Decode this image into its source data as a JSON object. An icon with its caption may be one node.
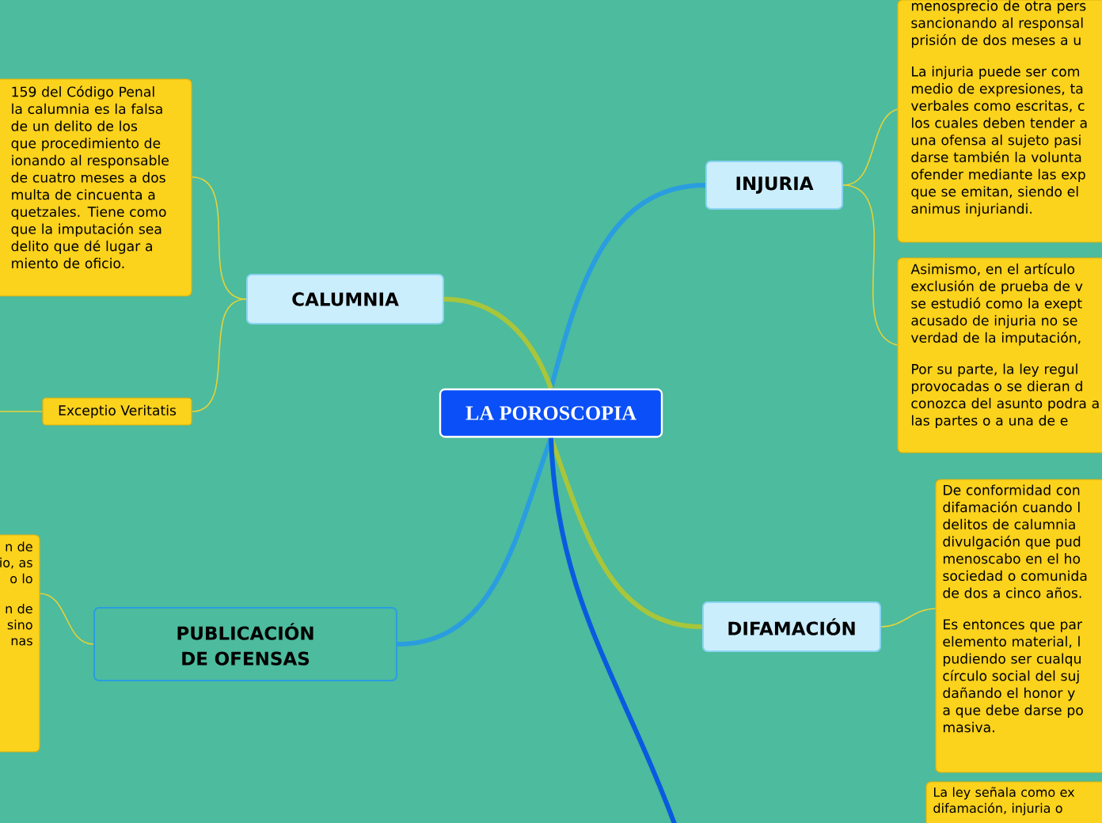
{
  "diagram": {
    "nodes": [
      {
        "text": [
          "LA POROSCOPIA"
        ]
      },
      {
        "text": [
          "INJURIA"
        ]
      },
      {
        "text": [
          "menosprecio de otra pers sancionando al responsal prisión de dos meses a u",
          "La injuria puede ser com medio de expresiones, ta verbales como escritas, c los cuales deben tender a una ofensa al sujeto pasi darse también la volunta ofender mediante las exp que se emitan, siendo el animus injuriandi."
        ]
      },
      {
        "text": [
          "Asimismo, en el artículo exclusión de prueba de v se estudió como la exept acusado de injuria no se verdad de la imputación,",
          "Por su parte, la ley regul provocadas o se dieran d conozca del asunto podra a las partes o a una de e"
        ]
      },
      {
        "text": [
          "CALUMNIA"
        ]
      },
      {
        "text": [
          "159 del Código Penal la calumnia es la falsa de un delito de los que procedimiento de ionando al responsable de cuatro meses a dos multa de cincuenta a quetzales. Tiene como que la imputación sea delito que dé lugar a miento de oficio."
        ]
      },
      {
        "text": [
          "Exceptio Veritatis"
        ]
      },
      {
        "text": [
          "PUBLICACIÓN DE OFENSAS"
        ]
      },
      {
        "text": [
          "n de io, as o lo",
          "n de sino nas"
        ]
      },
      {
        "text": [
          "DIFAMACIÓN"
        ]
      },
      {
        "text": [
          "De conformidad con difamación cuando l delitos de calumnia divulgación que pud menoscabo en el ho sociedad o comunida de dos a cinco años.",
          "Es entonces que par elemento material, l pudiendo ser cualqu círculo social del suj dañando el honor y a que debe darse po masiva."
        ]
      },
      {
        "text": [
          "La ley señala como ex difamación, injuria o"
        ]
      }
    ],
    "edges": [
      {
        "from": 0,
        "to": 1,
        "arrow": "none",
        "style": "thick",
        "color": "#2a9de0"
      },
      {
        "from": 1,
        "to": 2,
        "arrow": "none"
      },
      {
        "from": 1,
        "to": 3,
        "arrow": "none"
      },
      {
        "from": 0,
        "to": 4,
        "arrow": "none",
        "style": "thick",
        "color": "#a9c63a"
      },
      {
        "from": 4,
        "to": 5,
        "arrow": "none"
      },
      {
        "from": 4,
        "to": 6,
        "arrow": "none"
      },
      {
        "from": 6,
        "to": null,
        "arrow": "none"
      },
      {
        "from": 0,
        "to": 7,
        "arrow": "none",
        "style": "thick",
        "color": "#2a9de0"
      },
      {
        "from": 7,
        "to": 8,
        "arrow": "none"
      },
      {
        "from": 0,
        "to": 9,
        "arrow": "none",
        "style": "thick",
        "color": "#a9c63a"
      },
      {
        "from": 9,
        "to": 10,
        "arrow": "none"
      },
      {
        "from": 0,
        "to": null,
        "arrow": "none",
        "style": "thick",
        "color": "#0a5ae0"
      }
    ]
  }
}
